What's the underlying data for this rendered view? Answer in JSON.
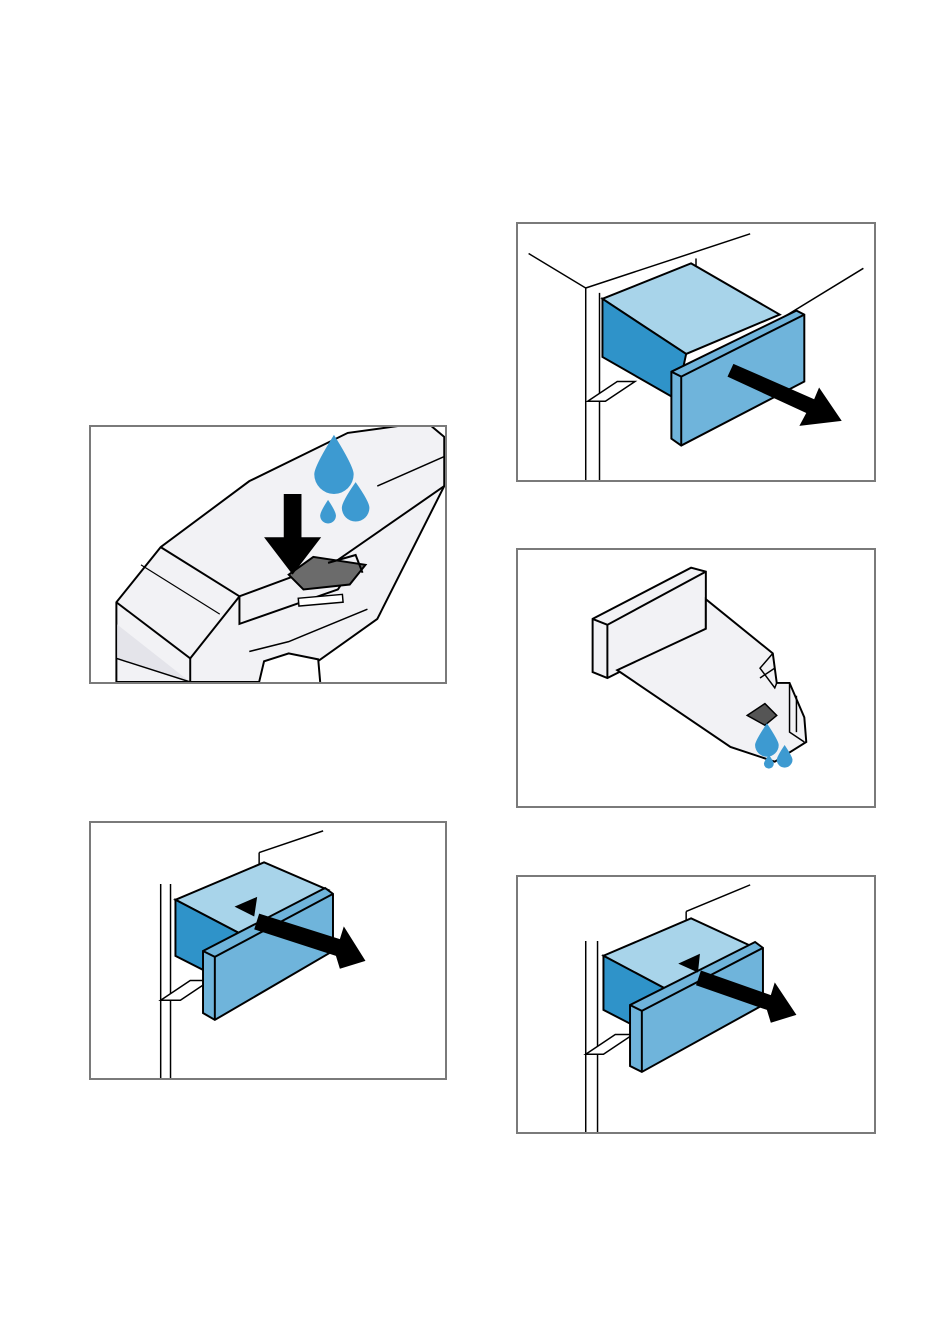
{
  "colors": {
    "border": "#7a7a7a",
    "blue_light": "#a8d4ea",
    "blue_mid": "#6fb4db",
    "blue_dark": "#2f93c9",
    "drop": "#3d9ad1",
    "arrow": "#000000",
    "housing": "#f2f2f5"
  },
  "illustrations": [
    {
      "id": "fill-detergent",
      "icons": [
        "drop-icon",
        "arrow-down-icon"
      ]
    },
    {
      "id": "push-drawer-in",
      "icons": [
        "arrow-in-icon"
      ]
    },
    {
      "id": "pull-drawer-out",
      "icons": [
        "arrow-out-icon"
      ]
    },
    {
      "id": "drain-insert",
      "icons": [
        "drop-icon"
      ]
    },
    {
      "id": "push-drawer-in-again",
      "icons": [
        "arrow-in-icon"
      ]
    }
  ]
}
